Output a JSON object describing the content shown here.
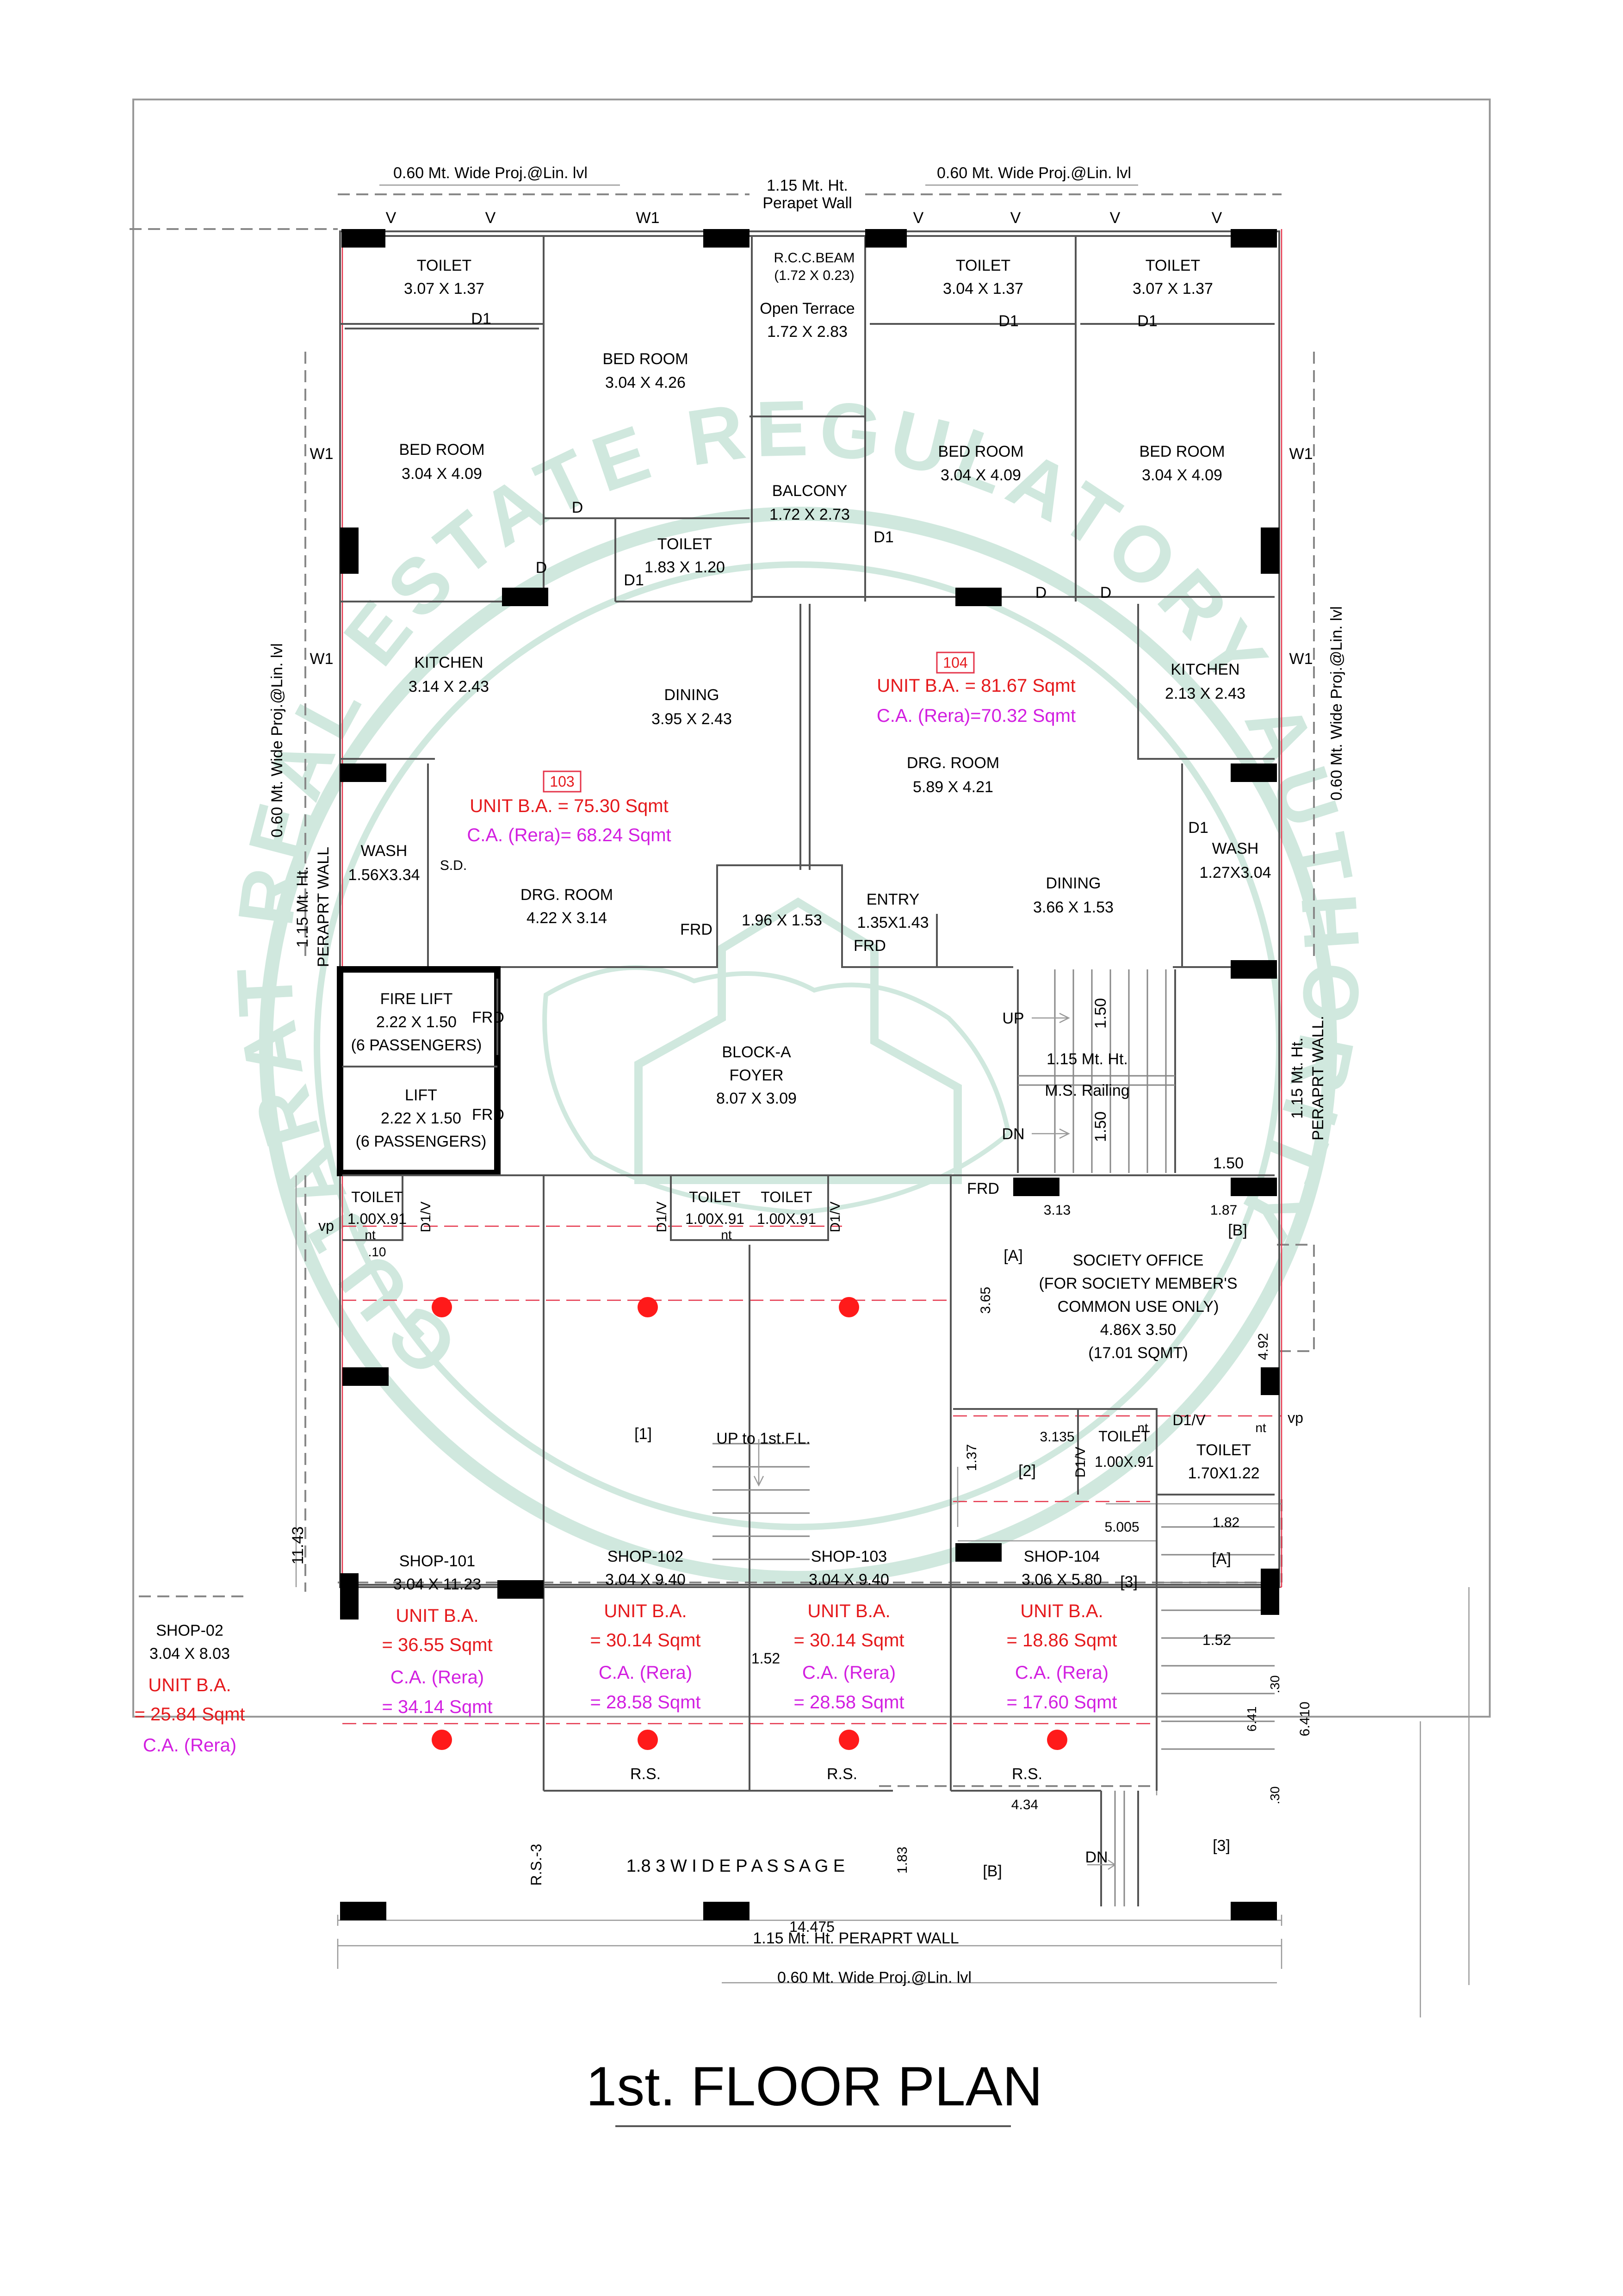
{
  "title": "1st. FLOOR PLAN",
  "watermark_text": "GUJARAT REAL ESTATE REGULATORY AUTHORITY",
  "labels": {
    "proj_top_left": "0.60 Mt. Wide Proj.@Lin. lvl",
    "proj_top_right": "0.60 Mt. Wide Proj.@Lin. lvl",
    "parapet_top": [
      "1.15 Mt. Ht.",
      "Perapet Wall"
    ],
    "proj_left": "0.60 Mt. Wide Proj.@Lin. lvl",
    "parapet_left": [
      "1.15 Mt. Ht.",
      "PERAPRT WALL"
    ],
    "proj_right": "0.60 Mt. Wide Proj.@Lin. lvl",
    "parapet_right": [
      "1.15 Mt. Ht.",
      "PERAPRT WALL."
    ],
    "parapet_bottom": "1.15 Mt. Ht. PERAPRT WALL",
    "proj_bottom": "0.60 Mt. Wide Proj.@Lin. lvl",
    "overall_width": "14.475",
    "overall_height": "11.43",
    "passage": "1.8 3  W I D E  P A S S A G E",
    "rs3": "R.S.-3",
    "up_1st": "UP to 1st.F.L.",
    "ms_railing": [
      "1.15 Mt. Ht.",
      "M.S. Railing"
    ],
    "up": "UP",
    "dn": "DN",
    "dn2": "DN",
    "frd": "FRD",
    "rs": "R.S."
  },
  "rooms": {
    "toilet_a": [
      "TOILET",
      "3.07 X 1.37"
    ],
    "bed_a": [
      "BED ROOM",
      "3.04 X 4.09"
    ],
    "bed_b": [
      "BED ROOM",
      "3.04 X 4.26"
    ],
    "toilet_b": [
      "TOILET",
      "1.83 X 1.20"
    ],
    "beam": [
      "R.C.C.BEAM",
      "(1.72 X 0.23)"
    ],
    "terrace": [
      "Open Terrace",
      "1.72 X 2.83"
    ],
    "balcony": [
      "BALCONY",
      "1.72 X 2.73"
    ],
    "toilet_c": [
      "TOILET",
      "3.04 X 1.37"
    ],
    "toilet_d": [
      "TOILET",
      "3.07 X 1.37"
    ],
    "bed_c": [
      "BED ROOM",
      "3.04 X 4.09"
    ],
    "bed_d": [
      "BED ROOM",
      "3.04 X 4.09"
    ],
    "kitchen_a": [
      "KITCHEN",
      "3.14 X 2.43"
    ],
    "dining_a": [
      "DINING",
      "3.95 X 2.43"
    ],
    "kitchen_b": [
      "KITCHEN",
      "2.13 X 2.43"
    ],
    "drg_b": [
      "DRG. ROOM",
      "5.89 X 4.21"
    ],
    "wash_a": [
      "WASH",
      "1.56X3.34"
    ],
    "drg_a": [
      "DRG. ROOM",
      "4.22 X 3.14"
    ],
    "passage_mid": "1.96 X 1.53",
    "entry": [
      "ENTRY",
      "1.35X1.43"
    ],
    "dining_b": [
      "DINING",
      "3.66 X 1.53"
    ],
    "wash_b": [
      "WASH",
      "1.27X3.04"
    ],
    "fire_lift": [
      "FIRE LIFT",
      "2.22 X 1.50",
      "(6 PASSENGERS)"
    ],
    "lift": [
      "LIFT",
      "2.22 X 1.50",
      "(6 PASSENGERS)"
    ],
    "foyer": [
      "BLOCK-A",
      "FOYER",
      "8.07 X 3.09"
    ],
    "society": [
      "SOCIETY OFFICE",
      "(FOR SOCIETY MEMBER'S",
      "COMMON USE ONLY)",
      "4.86X 3.50",
      "(17.01 SQMT)"
    ],
    "toilet_s1": [
      "TOILET",
      "1.00X.91"
    ],
    "toilet_s2": [
      "TOILET",
      "1.00X.91"
    ],
    "toilet_s3": [
      "TOILET",
      "1.00X.91"
    ],
    "toilet_s4": [
      "TOILET",
      "1.00X.91"
    ],
    "toilet_s5": [
      "TOILET",
      "1.70X1.22"
    ]
  },
  "units": {
    "u103": {
      "no": "103",
      "ba": "UNIT B.A. = 75.30 Sqmt",
      "ca": "C.A. (Rera)= 68.24 Sqmt"
    },
    "u104": {
      "no": "104",
      "ba": "UNIT B.A. = 81.67 Sqmt",
      "ca": "C.A. (Rera)=70.32 Sqmt"
    }
  },
  "shops": {
    "s101": {
      "name": "SHOP-101",
      "size": "3.04 X 11.23",
      "ba": [
        "UNIT B.A.",
        "= 36.55 Sqmt"
      ],
      "ca": [
        "C.A. (Rera)",
        "= 34.14 Sqmt"
      ]
    },
    "s102": {
      "name": "SHOP-102",
      "size": "3.04 X 9.40",
      "ba": [
        "UNIT B.A.",
        "= 30.14 Sqmt"
      ],
      "ca": [
        "C.A. (Rera)",
        "= 28.58 Sqmt"
      ]
    },
    "s103": {
      "name": "SHOP-103",
      "size": "3.04 X 9.40",
      "ba": [
        "UNIT B.A.",
        "= 30.14 Sqmt"
      ],
      "ca": [
        "C.A. (Rera)",
        "= 28.58 Sqmt"
      ]
    },
    "s104": {
      "name": "SHOP-104",
      "size": "3.06 X 5.80",
      "ba": [
        "UNIT B.A.",
        "= 18.86 Sqmt"
      ],
      "ca": [
        "C.A. (Rera)",
        "= 17.60 Sqmt"
      ]
    },
    "s02": {
      "name": "SHOP-02",
      "size": "3.04 X 8.03",
      "ba": [
        "UNIT B.A.",
        "= 25.84 Sqmt"
      ],
      "ca": "C.A. (Rera)"
    }
  },
  "dims": {
    "d150a": "1.50",
    "d150b": "1.50",
    "d150c": "1.50",
    "d313": "3.13",
    "d187": "1.87",
    "d365": "3.65",
    "d492": "4.92",
    "d3135": "3.135",
    "d137": "1.37",
    "d5005": "5.005",
    "d182": "1.82",
    "d152a": "1.52",
    "d152b": "1.52",
    "d641": "6.41",
    "d6410": "6.410",
    "d434": "4.34",
    "d183": "1.83",
    "d30a": ".30",
    "d30b": ".30",
    "d10": ".10"
  },
  "tags": {
    "A": "[A]",
    "B": "[B]",
    "one": "[1]",
    "two": "[2]",
    "three": "[3]",
    "W1": "W1",
    "V": "V",
    "D": "D",
    "D1": "D1",
    "D1V": "D1/V",
    "nt": "nt",
    "vp": "vp"
  }
}
